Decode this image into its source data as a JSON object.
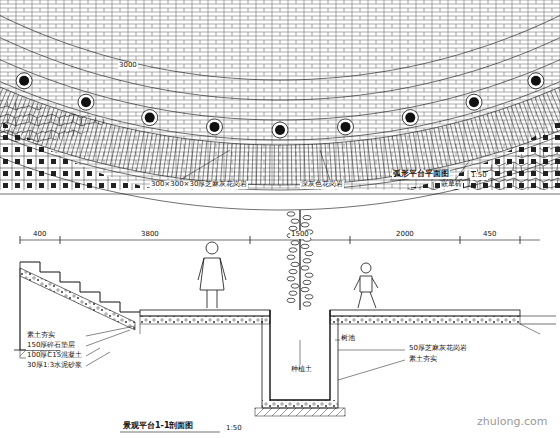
{
  "diagram": {
    "labels": [
      "3000",
      "弧形平台平面图",
      "1:50",
      "300×300×30厚芝麻灰花岗岩",
      "深灰色花岗岩",
      "嵌草砖",
      "400",
      "3800",
      "1500",
      "2000",
      "450",
      "素土夯实",
      "150厚碎石垫层",
      "100厚C15混凝土",
      "30厚1:3水泥砂浆",
      "种植土",
      "树池",
      "50厚芝麻灰花岗岩",
      "素土夯实",
      "景观平台1-1剖面图",
      "1:50",
      "zhulong.com"
    ]
  }
}
